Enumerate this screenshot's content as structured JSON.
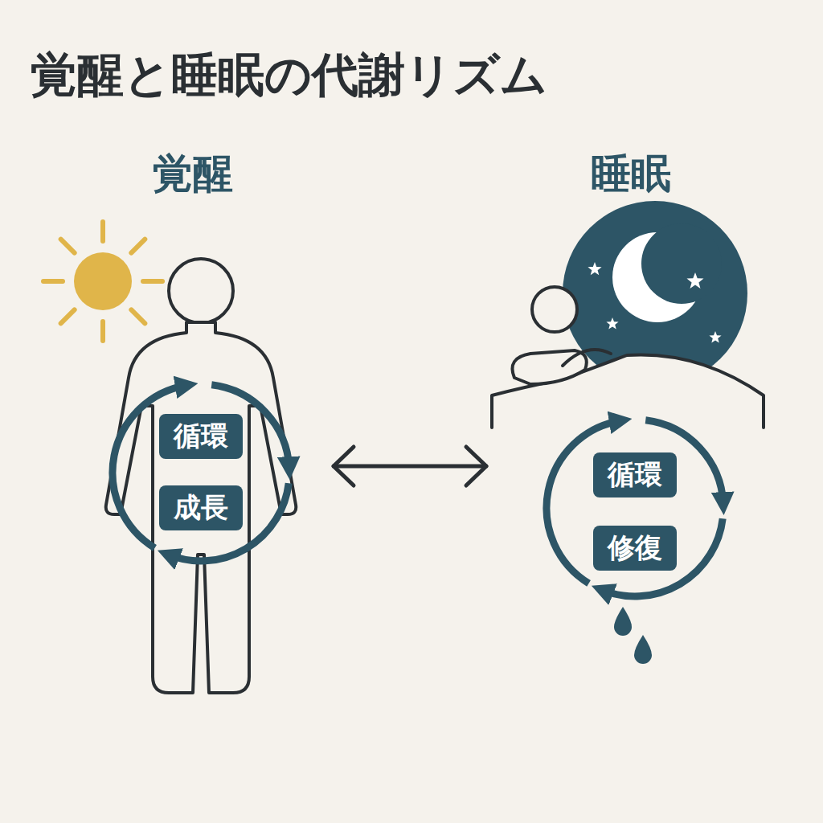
{
  "diagram": {
    "title": "覚醒と睡眠の代謝リズム",
    "nodes": [
      {
        "text": [
          "循環"
        ]
      },
      {
        "text": [
          "成長"
        ]
      },
      {
        "text": [
          "循環"
        ]
      },
      {
        "text": [
          "修復"
        ]
      }
    ],
    "labels": [
      "覚醒",
      "睡眠"
    ]
  }
}
